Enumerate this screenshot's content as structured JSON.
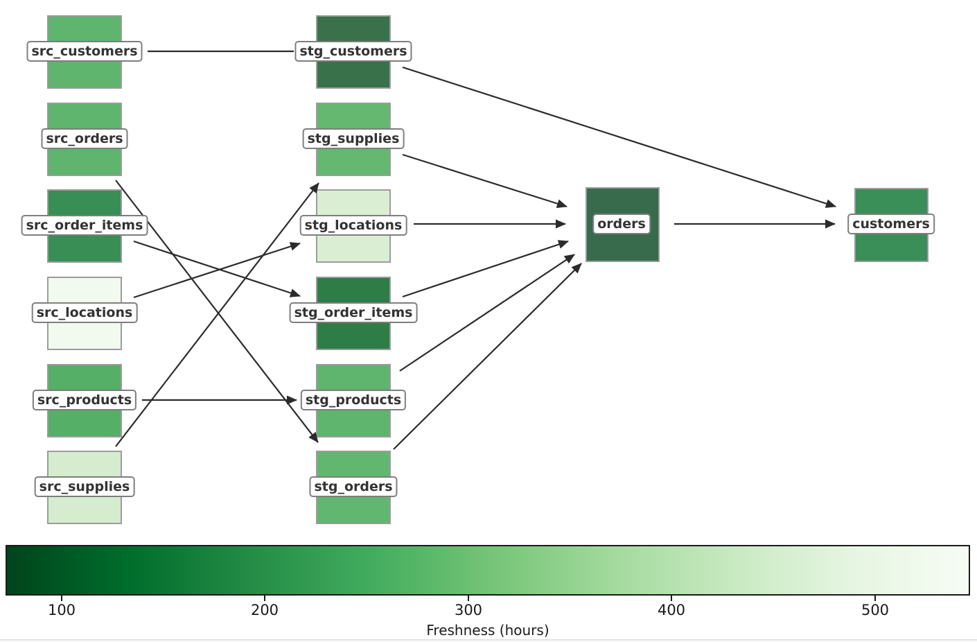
{
  "nodes": [
    {
      "id": "src_customers",
      "label": "src_customers",
      "layer": "source",
      "color": "#5fb46e"
    },
    {
      "id": "src_orders",
      "label": "src_orders",
      "layer": "source",
      "color": "#5fb46e"
    },
    {
      "id": "src_order_items",
      "label": "src_order_items",
      "layer": "source",
      "color": "#398e55"
    },
    {
      "id": "src_locations",
      "label": "src_locations",
      "layer": "source",
      "color": "#f2f9ef"
    },
    {
      "id": "src_products",
      "label": "src_products",
      "layer": "source",
      "color": "#55af67"
    },
    {
      "id": "src_supplies",
      "label": "src_supplies",
      "layer": "source",
      "color": "#d5ecce"
    },
    {
      "id": "stg_customers",
      "label": "stg_customers",
      "layer": "staging",
      "color": "#38714a"
    },
    {
      "id": "stg_supplies",
      "label": "stg_supplies",
      "layer": "staging",
      "color": "#64b86f"
    },
    {
      "id": "stg_locations",
      "label": "stg_locations",
      "layer": "staging",
      "color": "#daeed3"
    },
    {
      "id": "stg_order_items",
      "label": "stg_order_items",
      "layer": "staging",
      "color": "#2f7d46"
    },
    {
      "id": "stg_products",
      "label": "stg_products",
      "layer": "staging",
      "color": "#5fb46e"
    },
    {
      "id": "stg_orders",
      "label": "stg_orders",
      "layer": "staging",
      "color": "#61b76f"
    },
    {
      "id": "orders",
      "label": "orders",
      "layer": "mart",
      "color": "#386b4b"
    },
    {
      "id": "customers",
      "label": "customers",
      "layer": "mart",
      "color": "#3a8e57"
    }
  ],
  "edges": [
    {
      "from": "src_customers",
      "to": "stg_customers"
    },
    {
      "from": "src_orders",
      "to": "stg_orders"
    },
    {
      "from": "src_order_items",
      "to": "stg_order_items"
    },
    {
      "from": "src_locations",
      "to": "stg_locations"
    },
    {
      "from": "src_products",
      "to": "stg_products"
    },
    {
      "from": "src_supplies",
      "to": "stg_supplies"
    },
    {
      "from": "stg_customers",
      "to": "customers"
    },
    {
      "from": "stg_supplies",
      "to": "orders"
    },
    {
      "from": "stg_locations",
      "to": "orders"
    },
    {
      "from": "stg_order_items",
      "to": "orders"
    },
    {
      "from": "stg_products",
      "to": "orders"
    },
    {
      "from": "stg_orders",
      "to": "orders"
    },
    {
      "from": "orders",
      "to": "customers"
    }
  ],
  "colorbar": {
    "label": "Freshness (hours)",
    "ticks": [
      "100",
      "200",
      "300",
      "400",
      "500"
    ],
    "range_approx": [
      73,
      547
    ],
    "gradient": [
      "#00441b",
      "#006d2c",
      "#238b45",
      "#41ab5d",
      "#74c476",
      "#a1d99b",
      "#c7e9c0",
      "#e5f5e0",
      "#f7fcf5"
    ]
  },
  "edge_color": "#2b2b2b",
  "background": "#ffffff"
}
